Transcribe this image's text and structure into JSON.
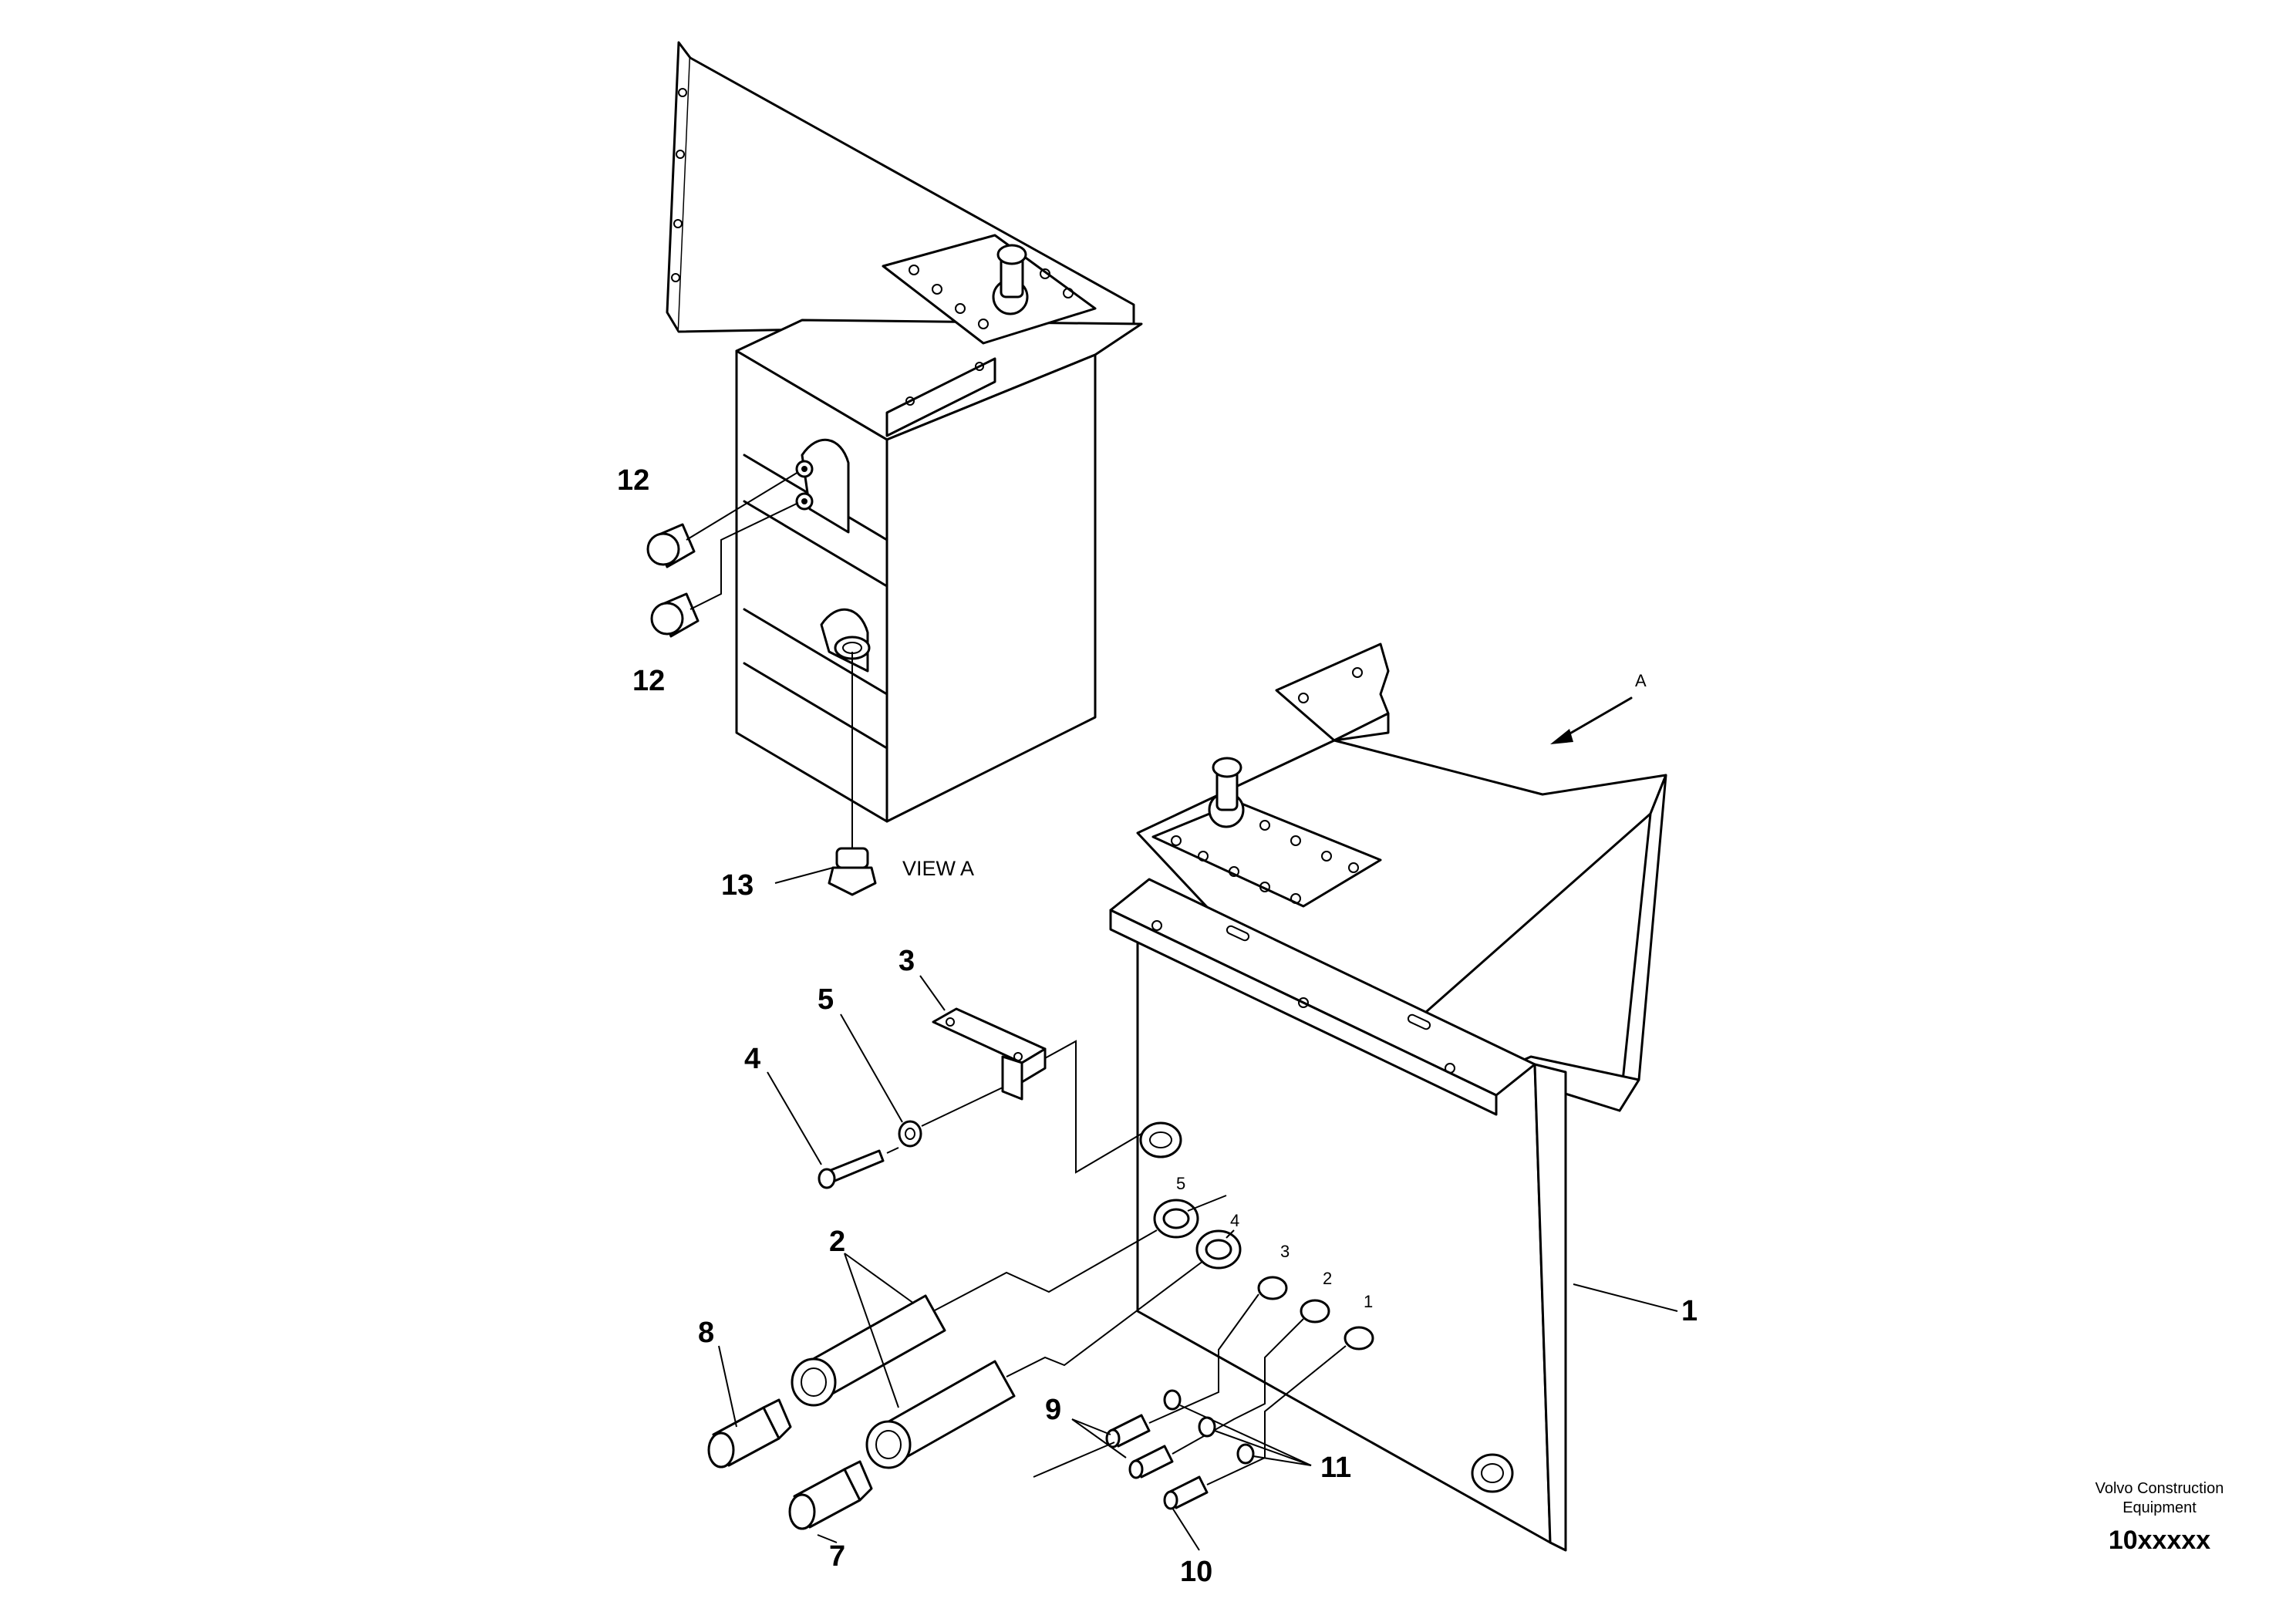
{
  "view": {
    "label": "VIEW A",
    "arrow_label": "A"
  },
  "callouts": {
    "c1": "1",
    "c2": "2",
    "c3": "3",
    "c4": "4",
    "c5": "5",
    "c7": "7",
    "c8": "8",
    "c9": "9",
    "c10": "10",
    "c11": "11",
    "c12a": "12",
    "c12b": "12",
    "c13": "13"
  },
  "port_labels": {
    "p1": "1",
    "p2": "2",
    "p3": "3",
    "p4": "4",
    "p5": "5"
  },
  "footer": {
    "brand_line1": "Volvo Construction",
    "brand_line2": "Equipment",
    "code": "10xxxxx"
  }
}
